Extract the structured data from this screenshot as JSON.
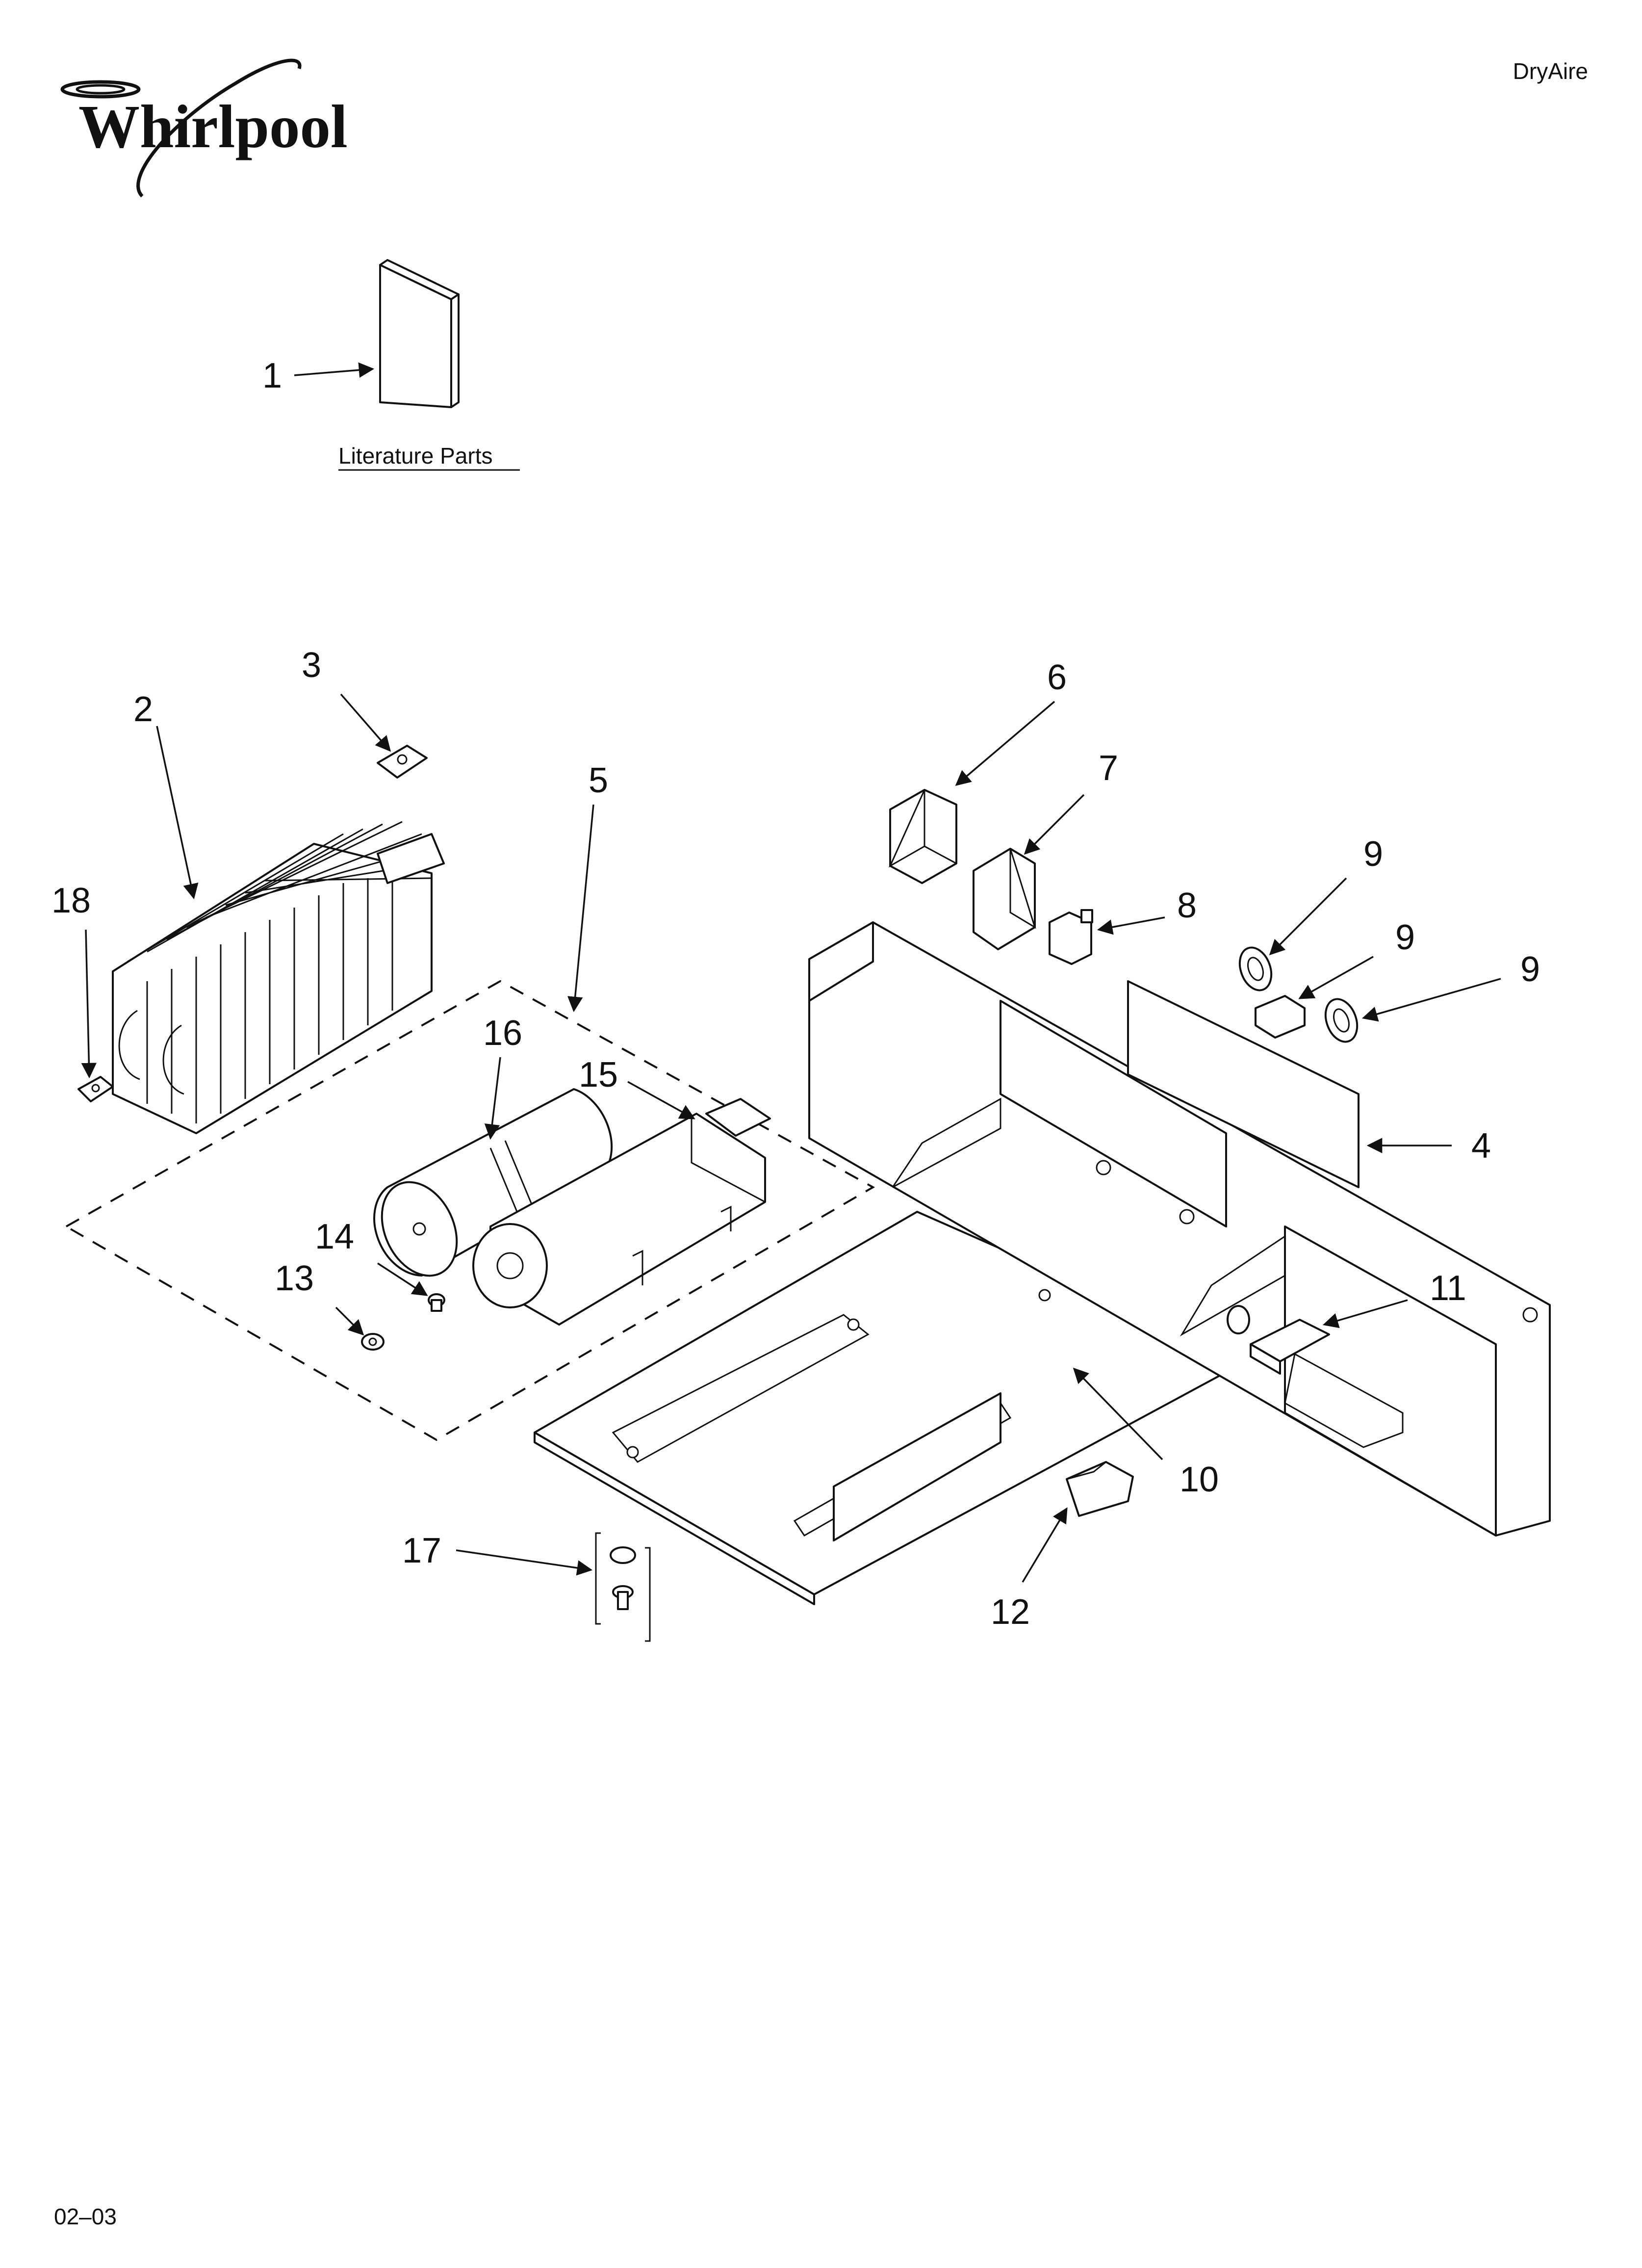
{
  "brand": {
    "logo_text": "Whirlpool"
  },
  "model_label": "DryAire",
  "page_code": "02–03",
  "literature_caption": "Literature Parts",
  "callouts": [
    {
      "id": "c1",
      "label": "1"
    },
    {
      "id": "c2",
      "label": "2"
    },
    {
      "id": "c3",
      "label": "3"
    },
    {
      "id": "c4",
      "label": "4"
    },
    {
      "id": "c5",
      "label": "5"
    },
    {
      "id": "c6",
      "label": "6"
    },
    {
      "id": "c7",
      "label": "7"
    },
    {
      "id": "c8",
      "label": "8"
    },
    {
      "id": "c9a",
      "label": "9"
    },
    {
      "id": "c9b",
      "label": "9"
    },
    {
      "id": "c10",
      "label": "10"
    },
    {
      "id": "c11",
      "label": "11"
    },
    {
      "id": "c12",
      "label": "12"
    },
    {
      "id": "c13",
      "label": "13"
    },
    {
      "id": "c14",
      "label": "14"
    },
    {
      "id": "c15",
      "label": "15"
    },
    {
      "id": "c16",
      "label": "16"
    },
    {
      "id": "c17",
      "label": "17"
    },
    {
      "id": "c18",
      "label": "18"
    },
    {
      "id": "c19",
      "label": "19"
    }
  ]
}
